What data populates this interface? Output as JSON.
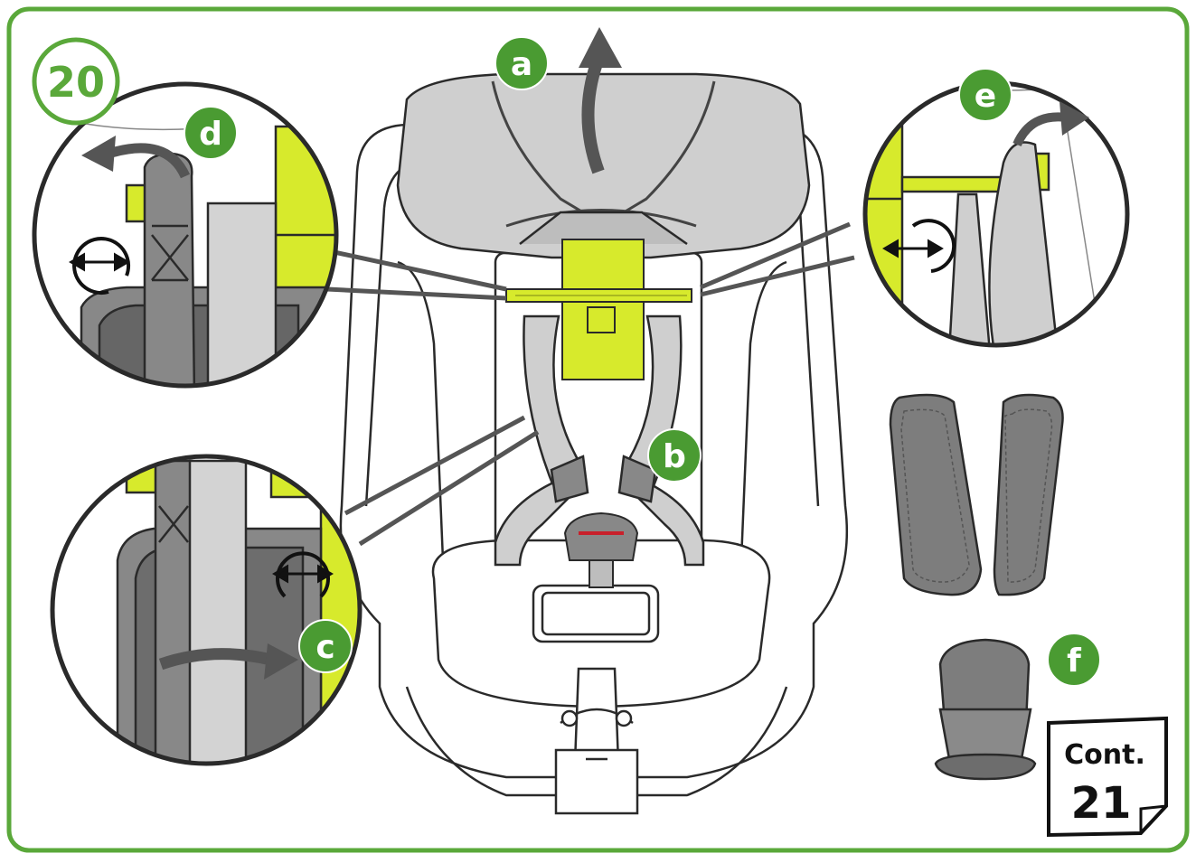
{
  "step": {
    "number": "20"
  },
  "callouts": {
    "a": "a",
    "b": "b",
    "c": "c",
    "d": "d",
    "e": "e",
    "f": "f"
  },
  "continue_box": {
    "label": "Cont.",
    "next_step": "21"
  },
  "colors": {
    "frame_green": "#5aa83a",
    "badge_green": "#4a9b32",
    "accent_yellow": "#d7ea2c",
    "seat_gray": "#cfcfcf",
    "dark_gray": "#777777",
    "outline": "#2a2a2a"
  }
}
